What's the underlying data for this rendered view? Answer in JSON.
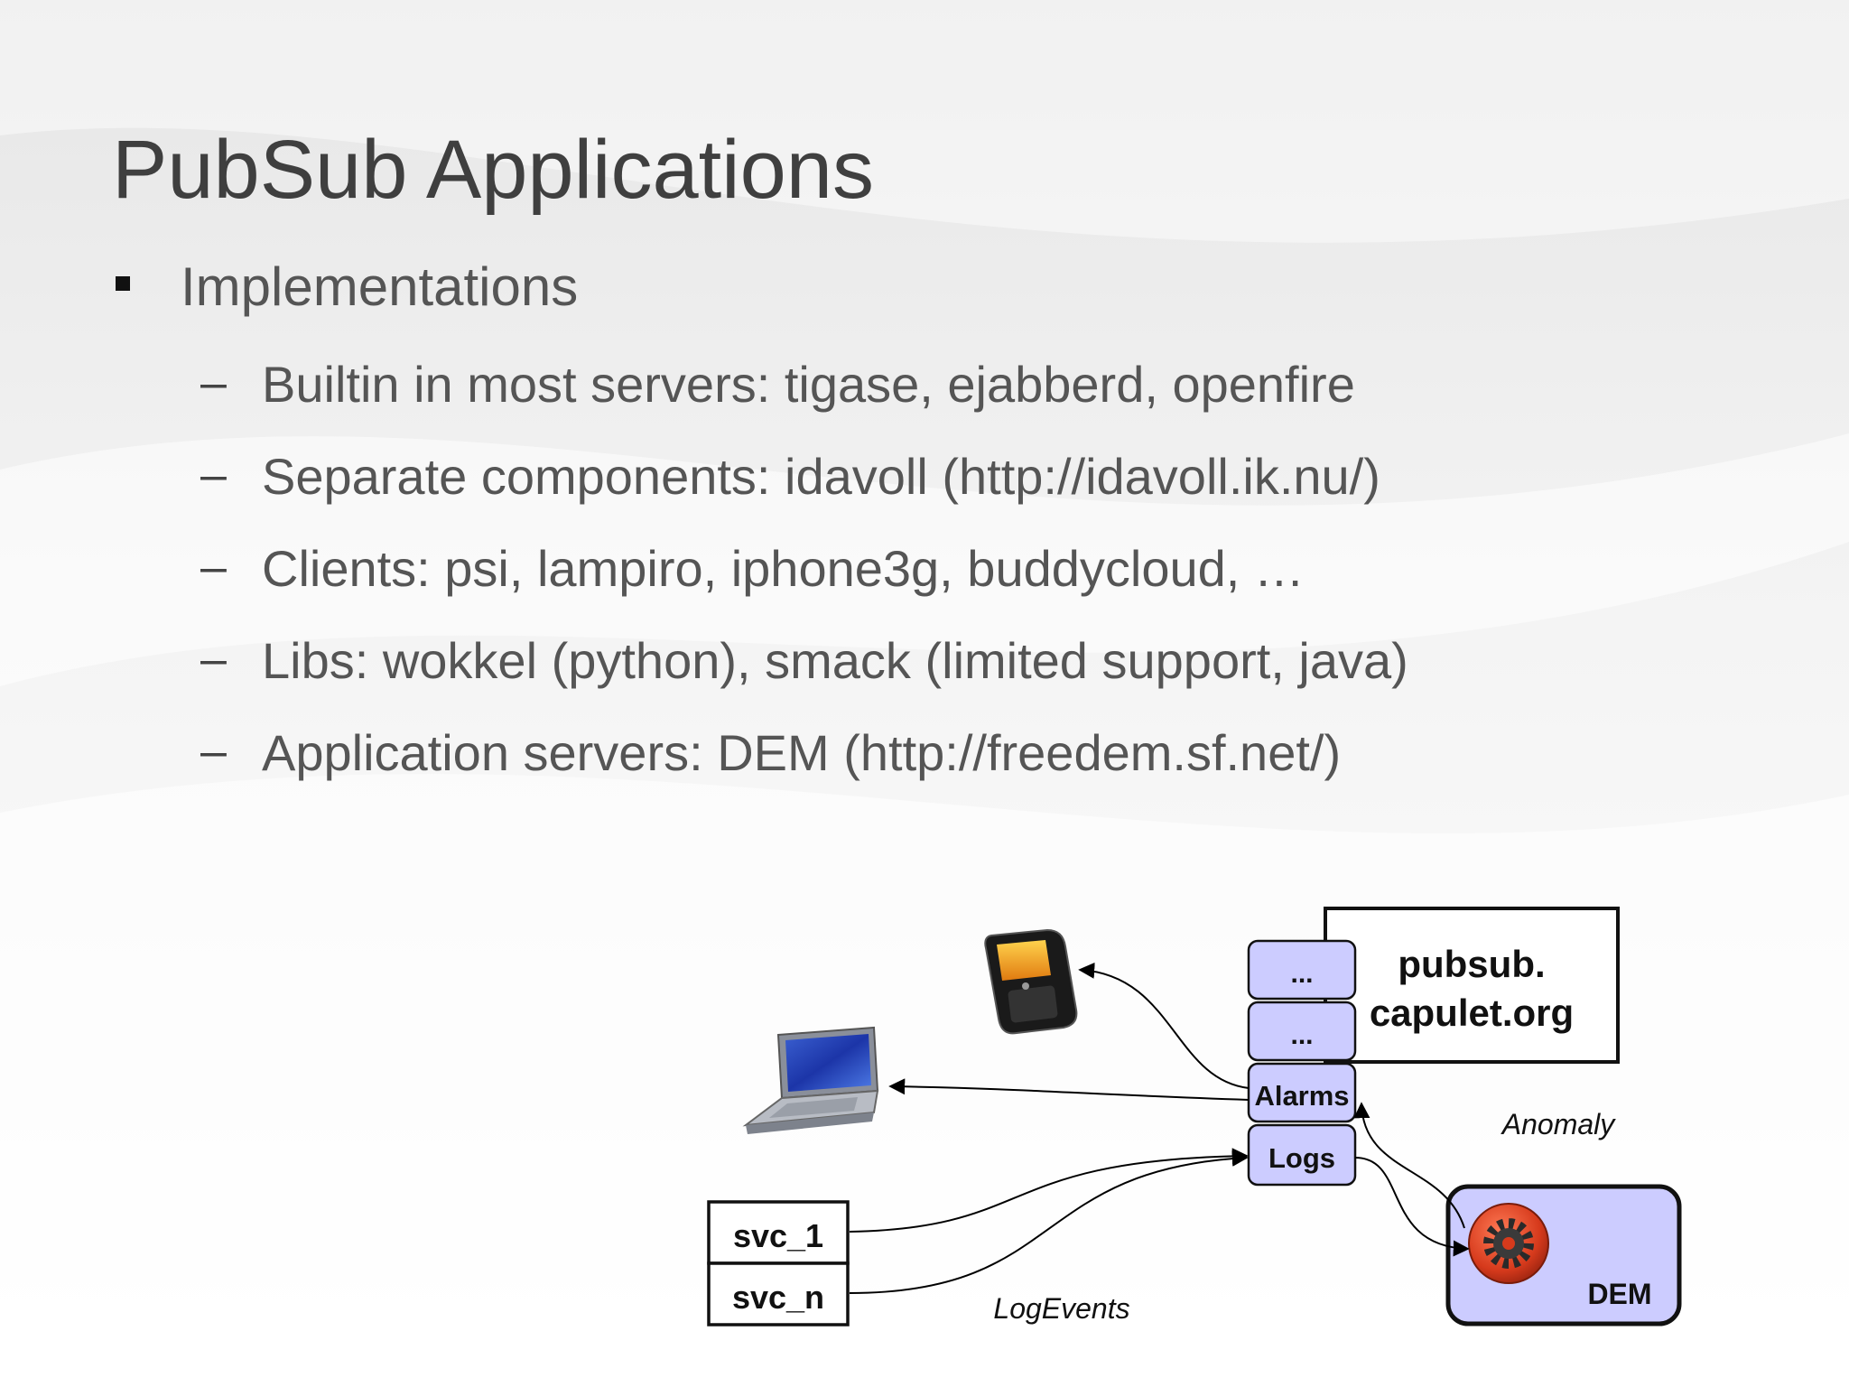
{
  "slide": {
    "title": "PubSub Applications",
    "bullet": "Implementations",
    "sub_items": [
      "Builtin in most servers: tigase, ejabberd, openfire",
      "Separate components: idavoll (http://idavoll.ik.nu/)",
      "Clients: psi, lampiro, iphone3g, buddycloud, …",
      "Libs: wokkel (python), smack (limited support, java)",
      "Application servers: DEM (http://freedem.sf.net/)"
    ],
    "dash": "–"
  },
  "diagram": {
    "server_line1": "pubsub.",
    "server_line2": "capulet.org",
    "node_1": "...",
    "node_2": "...",
    "node_alarms": "Alarms",
    "node_logs": "Logs",
    "svc_1": "svc_1",
    "svc_n": "svc_n",
    "dem": "DEM",
    "anomaly": "Anomaly",
    "log_events": "LogEvents",
    "icons": [
      "smartphone-icon",
      "laptop-icon",
      "gear-icon"
    ],
    "colors": {
      "node_fill": "#ccccff",
      "dem_fill": "#ccccff",
      "gear_red": "#d63a1c"
    }
  }
}
